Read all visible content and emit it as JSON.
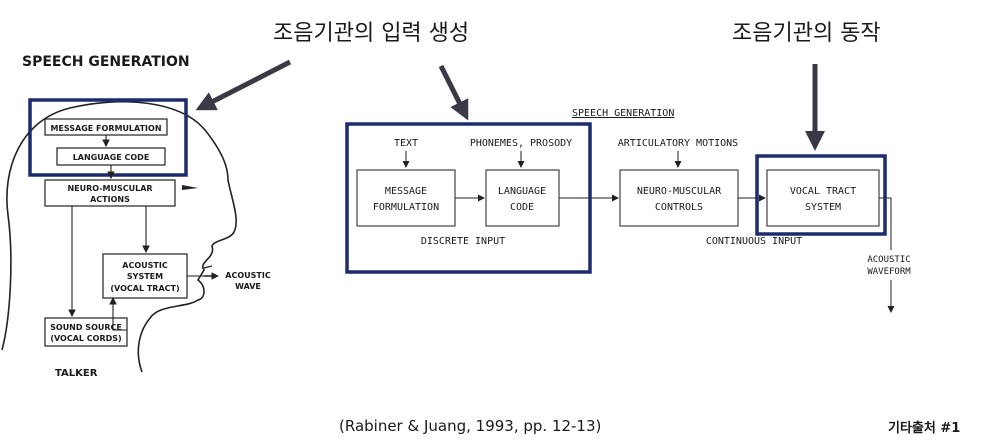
{
  "annotations": {
    "left_label": "조음기관의 입력 생성",
    "right_label": "조음기관의 동작"
  },
  "left_diagram": {
    "title": "SPEECH GENERATION",
    "message_formulation": "MESSAGE FORMULATION",
    "language_code": "LANGUAGE CODE",
    "neuro_muscular_line1": "NEURO-MUSCULAR",
    "neuro_muscular_line2": "ACTIONS",
    "acoustic_system_line1": "ACOUSTIC",
    "acoustic_system_line2": "SYSTEM",
    "acoustic_system_line3": "(VOCAL TRACT)",
    "acoustic_wave_line1": "ACOUSTIC",
    "acoustic_wave_line2": "WAVE",
    "sound_source_line1": "SOUND SOURCE",
    "sound_source_line2": "(VOCAL CORDS)",
    "talker": "TALKER"
  },
  "right_diagram": {
    "title": "SPEECH GENERATION",
    "text_input": "TEXT",
    "phonemes_prosody": "PHONEMES, PROSODY",
    "articulatory_motions": "ARTICULATORY MOTIONS",
    "message_line1": "MESSAGE",
    "message_line2": "FORMULATION",
    "language_line1": "LANGUAGE",
    "language_line2": "CODE",
    "neuro_line1": "NEURO-MUSCULAR",
    "neuro_line2": "CONTROLS",
    "vocal_line1": "VOCAL TRACT",
    "vocal_line2": "SYSTEM",
    "discrete_input": "DISCRETE INPUT",
    "continuous_input": "CONTINUOUS INPUT",
    "acoustic_line1": "ACOUSTIC",
    "acoustic_line2": "WAVEFORM"
  },
  "footer": {
    "citation": "(Rabiner & Juang, 1993, pp. 12-13)",
    "source_tag": "기타출처 #1"
  },
  "colors": {
    "highlight_box": "#1c2a6e",
    "arrow": "#3a3a46",
    "line": "#222222"
  }
}
